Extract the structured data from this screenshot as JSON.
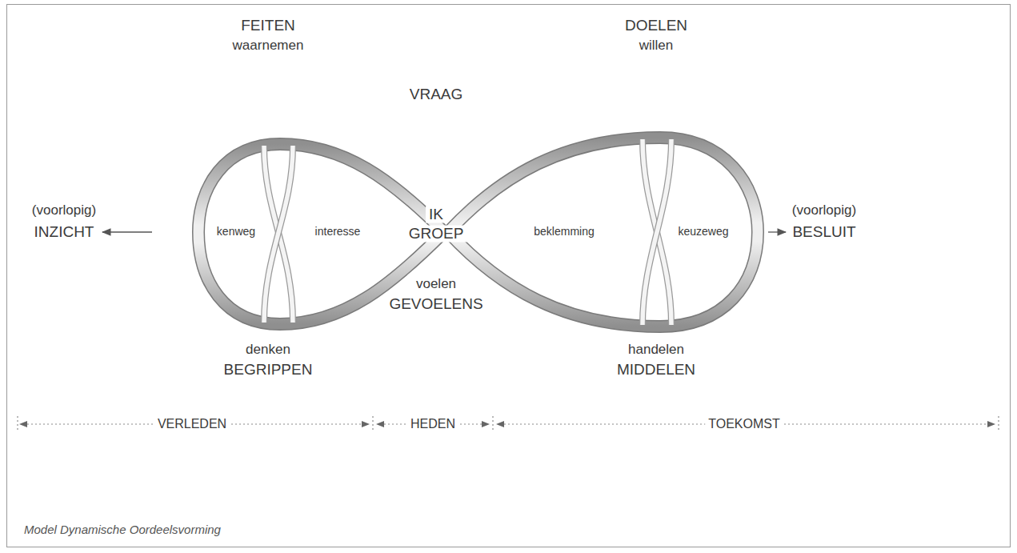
{
  "diagram": {
    "caption": "Model Dynamische Oordeelsvorming",
    "nodes": [
      {
        "text": [
          "kenweg",
          "interesse"
        ]
      },
      {
        "text": [
          "beklemming",
          "keuzeweg"
        ]
      }
    ],
    "labels": [
      "FEITEN",
      "waarnemen",
      "DOELEN",
      "willen",
      "VRAAG",
      "(voorlopig)",
      "INZICHT",
      "IK",
      "GROEP",
      "(voorlopig)",
      "BESLUIT",
      "voelen",
      "GEVOELENS",
      "denken",
      "BEGRIPPEN",
      "handelen",
      "MIDDELEN",
      "VERLEDEN",
      "HEDEN",
      "TOEKOMST"
    ]
  }
}
